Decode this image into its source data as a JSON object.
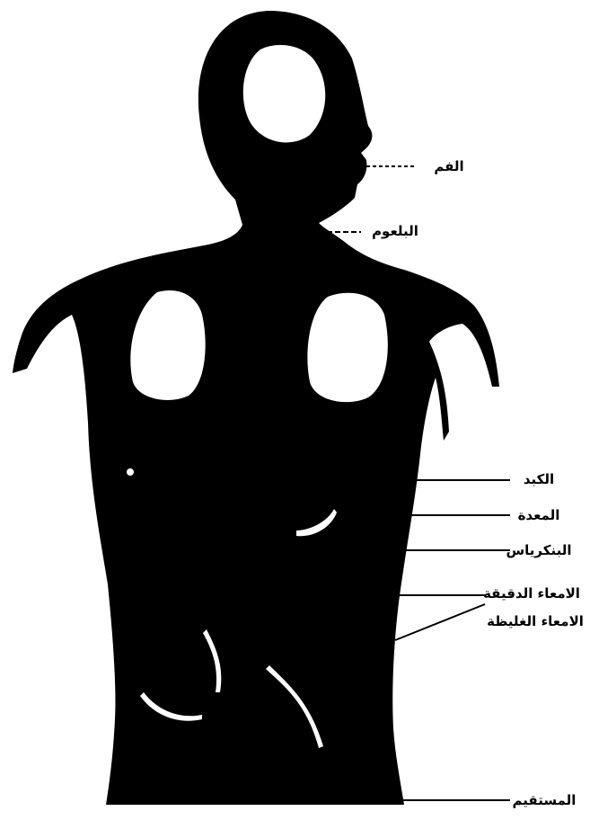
{
  "labels": {
    "mouth": "الفم",
    "pharynx": "البلعوم",
    "liver": "الكبد",
    "stomach": "المعدة",
    "pancreas": "البنكرياس",
    "small_intestine": "الامعاء الدقيقة",
    "large_intestine": "الامعاء الغليظة",
    "rectum": "المستقيم"
  },
  "colors": {
    "silhouette": "#000000",
    "background": "#ffffff",
    "highlight": "#ffffff"
  }
}
